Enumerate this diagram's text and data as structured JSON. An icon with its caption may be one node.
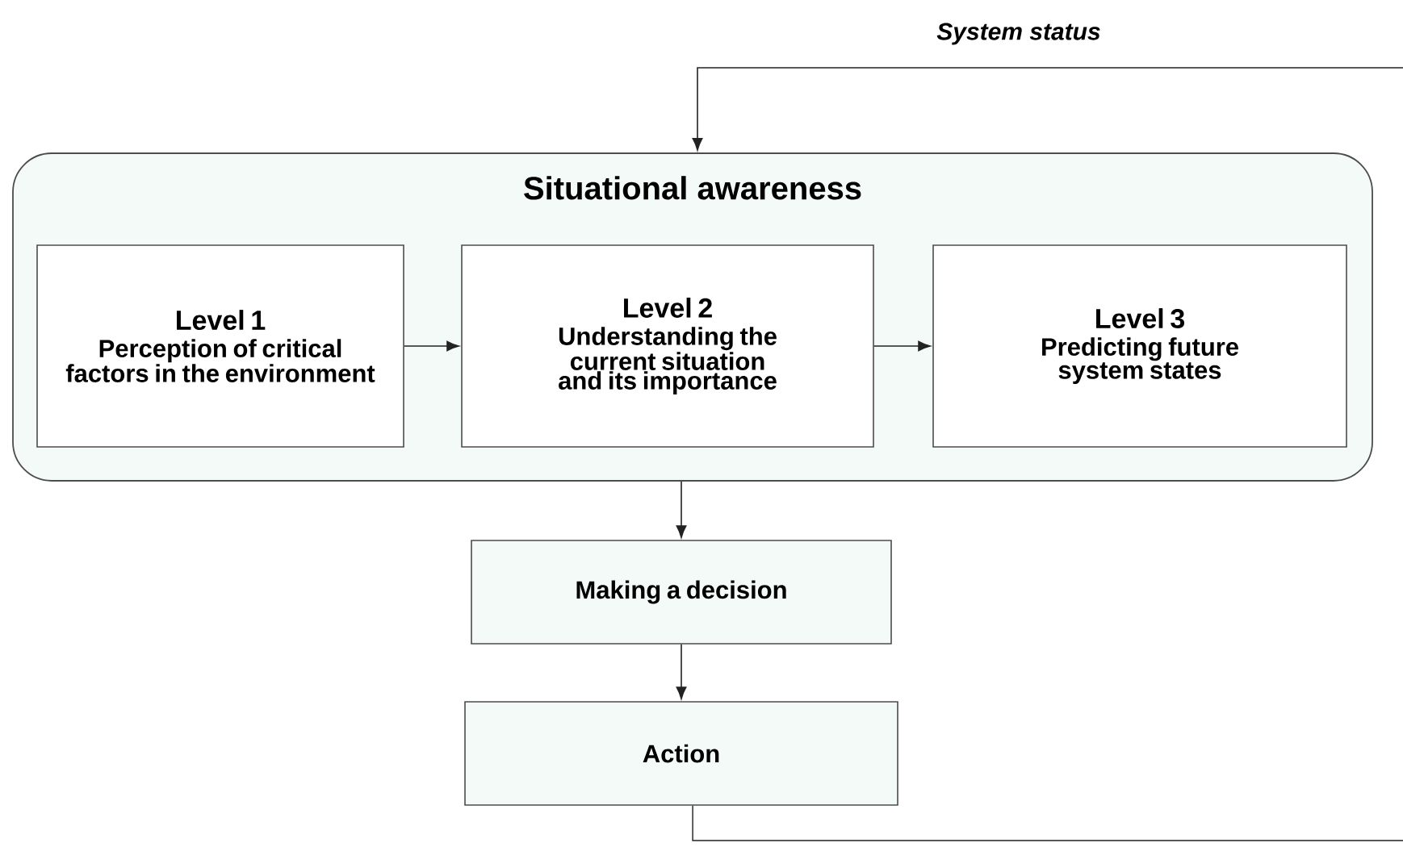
{
  "diagram": {
    "nodes": [
      {
        "text": [
          "Situational awareness"
        ]
      },
      {
        "text": [
          "Level 1",
          "Perception of critical factors in the environment"
        ],
        "in": 0
      },
      {
        "text": [
          "Level 2",
          "Understanding the current situation and its importance"
        ],
        "in": 0
      },
      {
        "text": [
          "Level 3",
          "Predicting future system states"
        ],
        "in": 0
      },
      {
        "text": [
          "Making a decision"
        ]
      },
      {
        "text": [
          "Action"
        ]
      }
    ],
    "edges": [
      {
        "from": 1,
        "to": 2,
        "arrow": "to"
      },
      {
        "from": 2,
        "to": 3,
        "arrow": "to"
      },
      {
        "from": 0,
        "to": 4,
        "arrow": "to"
      },
      {
        "from": 4,
        "to": 5,
        "arrow": "to"
      },
      {
        "from": 5,
        "to": null,
        "arrow": "none"
      },
      {
        "from": null,
        "to": 0,
        "arrow": "to",
        "label": "System status"
      }
    ]
  }
}
